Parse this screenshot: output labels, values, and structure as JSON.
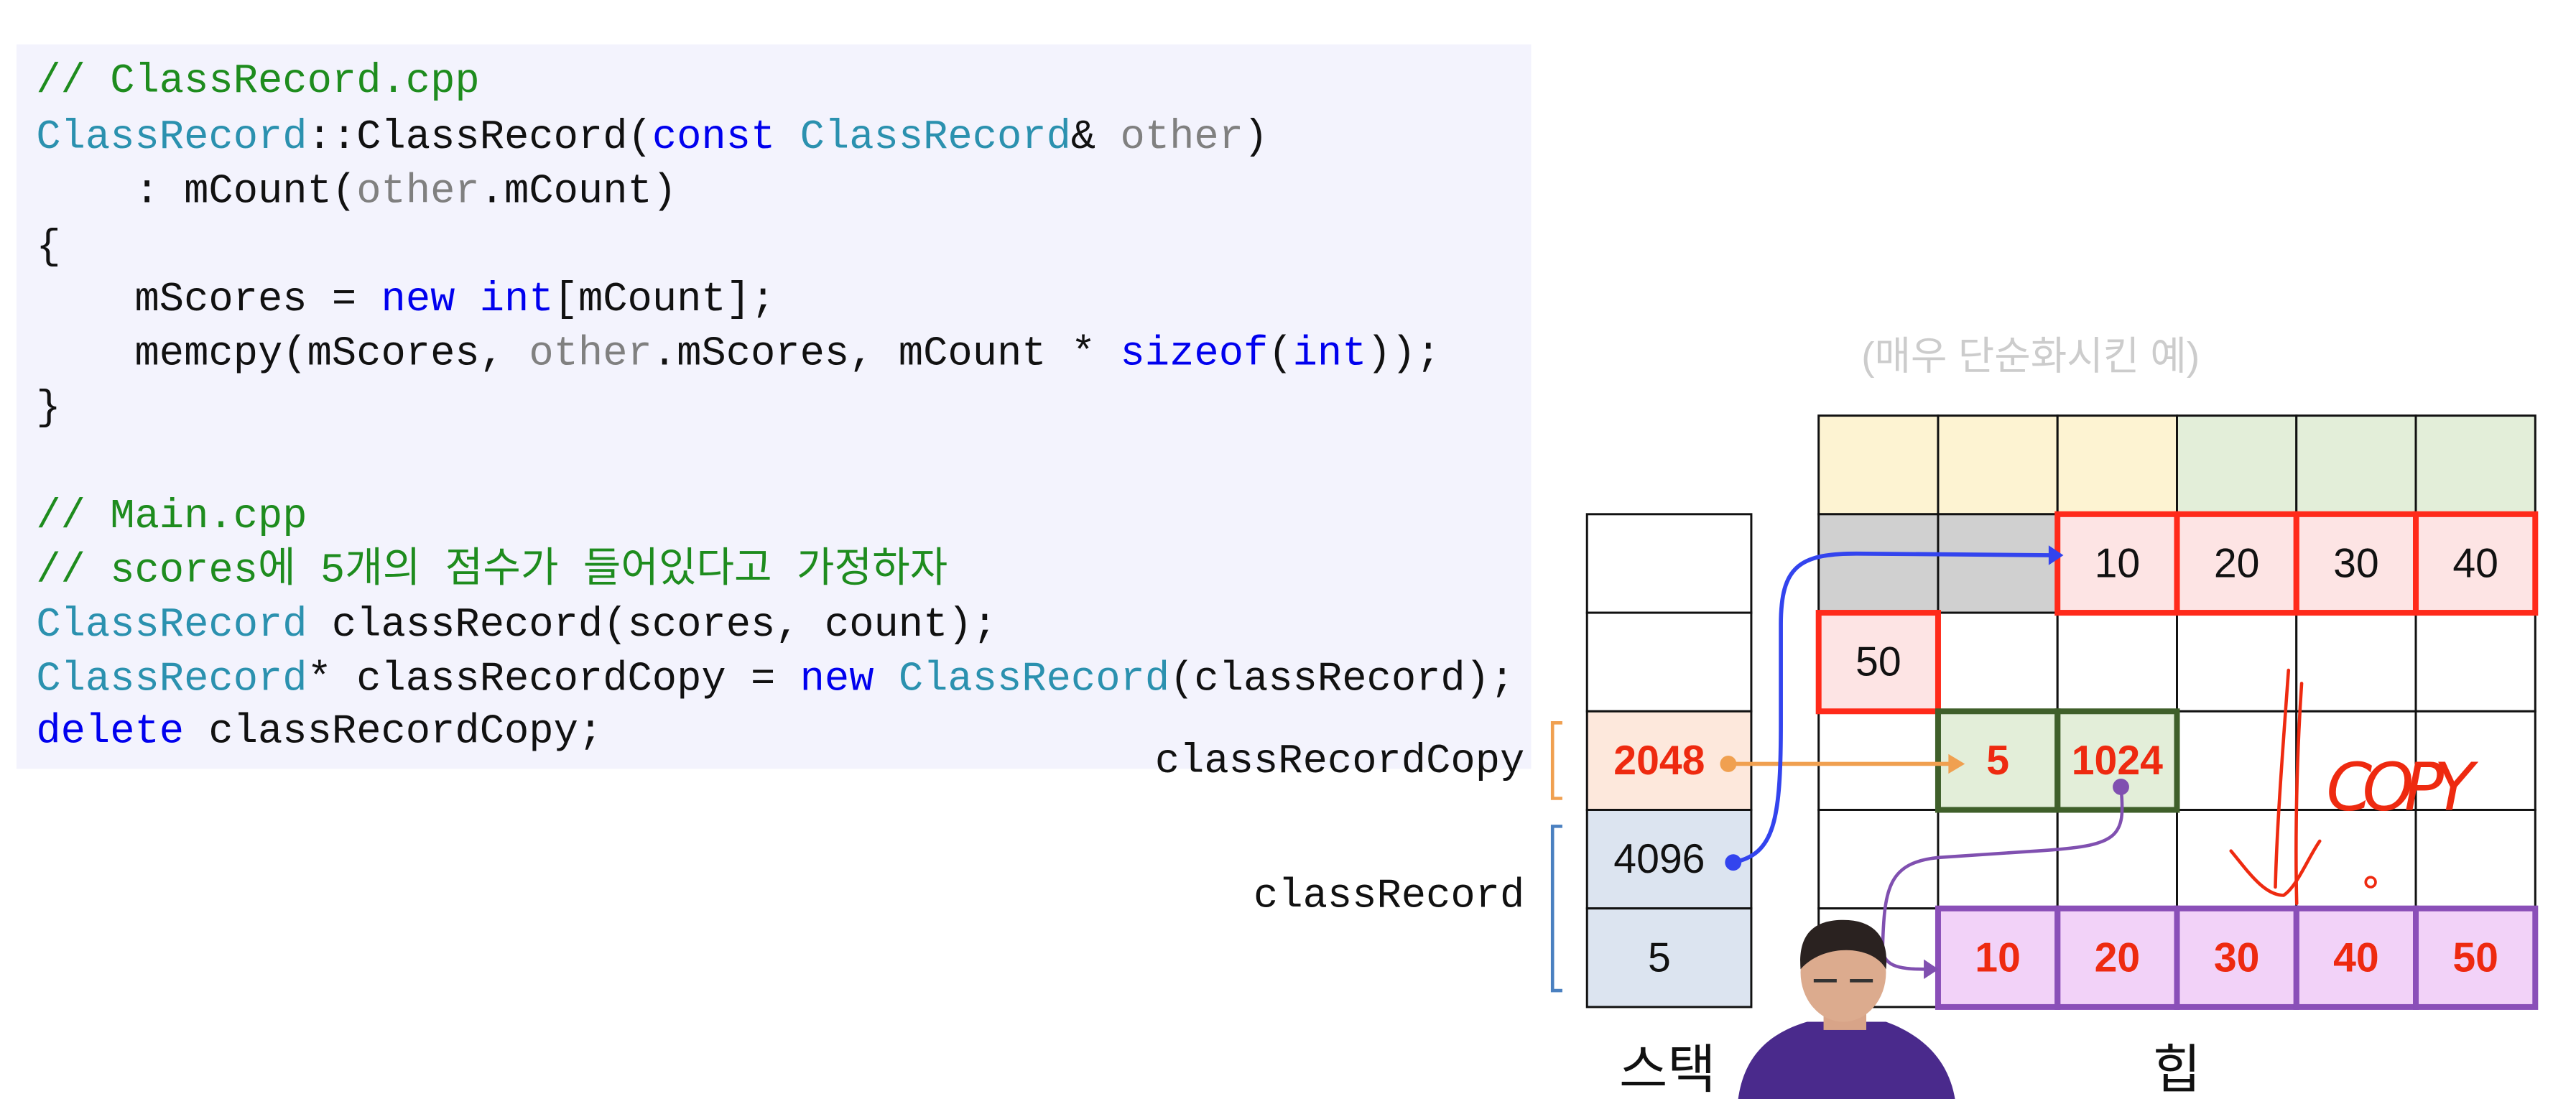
{
  "code": {
    "lines": [
      [
        [
          "// ClassRecord.cpp",
          "comment"
        ]
      ],
      [
        [
          "ClassRecord",
          "type"
        ],
        [
          "::ClassRecord(",
          "plain"
        ],
        [
          "const",
          "keyword"
        ],
        [
          " ",
          "plain"
        ],
        [
          "ClassRecord",
          "type"
        ],
        [
          "& ",
          "plain"
        ],
        [
          "other",
          "param"
        ],
        [
          ")",
          "plain"
        ]
      ],
      [
        [
          "    : mCount(",
          "plain"
        ],
        [
          "other",
          "param"
        ],
        [
          ".mCount)",
          "plain"
        ]
      ],
      [
        [
          "{",
          "plain"
        ]
      ],
      [
        [
          "    mScores = ",
          "plain"
        ],
        [
          "new",
          "keyword"
        ],
        [
          " ",
          "plain"
        ],
        [
          "int",
          "keyword"
        ],
        [
          "[mCount];",
          "plain"
        ]
      ],
      [
        [
          "    memcpy(mScores, ",
          "plain"
        ],
        [
          "other",
          "param"
        ],
        [
          ".mScores, mCount * ",
          "plain"
        ],
        [
          "sizeof",
          "keyword"
        ],
        [
          "(",
          "plain"
        ],
        [
          "int",
          "keyword"
        ],
        [
          "));",
          "plain"
        ]
      ],
      [
        [
          "}",
          "plain"
        ]
      ],
      [],
      [
        [
          "// Main.cpp",
          "comment"
        ]
      ],
      [
        [
          "// scores에 5개의 점수가 들어있다고 가정하자",
          "comment"
        ]
      ],
      [
        [
          "ClassRecord",
          "type"
        ],
        [
          " classRecord(scores, count);",
          "plain"
        ]
      ],
      [
        [
          "ClassRecord",
          "type"
        ],
        [
          "* classRecordCopy = ",
          "plain"
        ],
        [
          "new",
          "keyword"
        ],
        [
          " ",
          "plain"
        ],
        [
          "ClassRecord",
          "type"
        ],
        [
          "(classRecord);",
          "plain"
        ]
      ],
      [
        [
          "delete",
          "keyword"
        ],
        [
          " classRecordCopy;",
          "plain"
        ]
      ]
    ],
    "colors": {
      "comment": "#1e8c1e",
      "type": "#2b91af",
      "keyword": "#0000ee",
      "param": "#808080",
      "plain": "#111111"
    }
  },
  "diagram": {
    "title": "(매우 단순화시킨 예)",
    "stack_label": "스택",
    "heap_label": "힙",
    "var_labels": {
      "copy": "classRecordCopy",
      "record": "classRecord"
    },
    "stack": [
      {
        "value": "",
        "fill": "#ffffff"
      },
      {
        "value": "",
        "fill": "#ffffff"
      },
      {
        "value": "2048",
        "fill": "#fde8dc",
        "color": "#ee2a10",
        "bold": true
      },
      {
        "value": "4096",
        "fill": "#dce4f0",
        "color": "#111111"
      },
      {
        "value": "5",
        "fill": "#dce4f0",
        "color": "#111111"
      }
    ],
    "heap_fills": [
      [
        "#fdf3d2",
        "#fdf3d2",
        "#fdf3d2",
        "#e3eed9",
        "#e3eed9",
        "#e3eed9"
      ],
      [
        "#d0d0d0",
        "#d0d0d0",
        "#fde4e4",
        "#fde4e4",
        "#fde4e4",
        "#fde4e4"
      ],
      [
        "#fde4e4",
        "#ffffff",
        "#ffffff",
        "#ffffff",
        "#ffffff",
        "#ffffff"
      ],
      [
        "#ffffff",
        "#e3eed9",
        "#e3eed9",
        "#ffffff",
        "#ffffff",
        "#ffffff"
      ],
      [
        "#ffffff",
        "#ffffff",
        "#ffffff",
        "#ffffff",
        "#ffffff",
        "#ffffff"
      ],
      [
        "#ffffff",
        "#f2d2f8",
        "#f2d2f8",
        "#f2d2f8",
        "#f2d2f8",
        "#f2d2f8"
      ]
    ],
    "heap_values": [
      {
        "row": 1,
        "col": 2,
        "value": "10",
        "color": "#111111"
      },
      {
        "row": 1,
        "col": 3,
        "value": "20",
        "color": "#111111"
      },
      {
        "row": 1,
        "col": 4,
        "value": "30",
        "color": "#111111"
      },
      {
        "row": 1,
        "col": 5,
        "value": "40",
        "color": "#111111"
      },
      {
        "row": 2,
        "col": 0,
        "value": "50",
        "color": "#111111"
      },
      {
        "row": 3,
        "col": 1,
        "value": "5",
        "color": "#ee2a10",
        "bold": true
      },
      {
        "row": 3,
        "col": 2,
        "value": "1024",
        "color": "#ee2a10",
        "bold": true,
        "small": true
      },
      {
        "row": 5,
        "col": 1,
        "value": "10",
        "color": "#ee2a10",
        "bold": true
      },
      {
        "row": 5,
        "col": 2,
        "value": "20",
        "color": "#ee2a10",
        "bold": true
      },
      {
        "row": 5,
        "col": 3,
        "value": "30",
        "color": "#ee2a10",
        "bold": true
      },
      {
        "row": 5,
        "col": 4,
        "value": "40",
        "color": "#ee2a10",
        "bold": true
      },
      {
        "row": 5,
        "col": 5,
        "value": "50",
        "color": "#ee2a10",
        "bold": true
      }
    ],
    "annotation": "COPY",
    "colors": {
      "red_border": "#ff2a1a",
      "green_border": "#3f5f2a",
      "purple_border": "#8a4fb8",
      "orange": "#f0a050",
      "blue": "#3344ee",
      "purple": "#8050b0"
    }
  }
}
